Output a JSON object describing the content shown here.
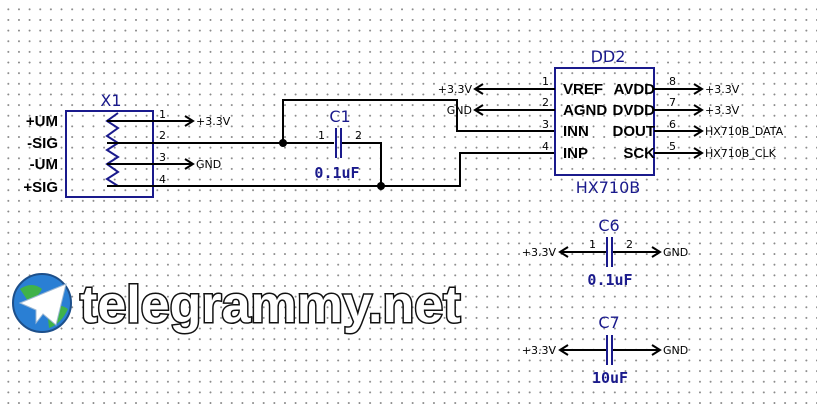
{
  "x1": {
    "ref": "X1",
    "pins": [
      {
        "num": "1",
        "label": "+UM",
        "net": "+3.3V"
      },
      {
        "num": "2",
        "label": "-SIG",
        "net": ""
      },
      {
        "num": "3",
        "label": "-UM",
        "net": "GND"
      },
      {
        "num": "4",
        "label": "+SIG",
        "net": ""
      }
    ]
  },
  "c1": {
    "ref": "C1",
    "value": "0.1uF",
    "pin1": "1",
    "pin2": "2"
  },
  "dd2": {
    "ref": "DD2",
    "part": "HX710B",
    "left": [
      {
        "num": "1",
        "name": "VREF",
        "net": "+3.3V"
      },
      {
        "num": "2",
        "name": "AGND",
        "net": "GND"
      },
      {
        "num": "3",
        "name": "INN",
        "net": ""
      },
      {
        "num": "4",
        "name": "INP",
        "net": ""
      }
    ],
    "right": [
      {
        "num": "8",
        "name": "AVDD",
        "net": "+3.3V"
      },
      {
        "num": "7",
        "name": "DVDD",
        "net": "+3.3V"
      },
      {
        "num": "6",
        "name": "DOUT",
        "net": "HX710B_DATA"
      },
      {
        "num": "5",
        "name": "SCK",
        "net": "HX710B_CLK"
      }
    ]
  },
  "c6": {
    "ref": "C6",
    "value": "0.1uF",
    "pin1": "1",
    "pin2": "2",
    "net1": "+3.3V",
    "net2": "GND"
  },
  "c7": {
    "ref": "C7",
    "value": "10uF",
    "net1": "+3.3V",
    "net2": "GND"
  },
  "watermark": {
    "text": "telegrammy.net"
  },
  "colors": {
    "component": "#1a1a8c",
    "wire": "#000000",
    "grid": "#8a8a8a"
  }
}
